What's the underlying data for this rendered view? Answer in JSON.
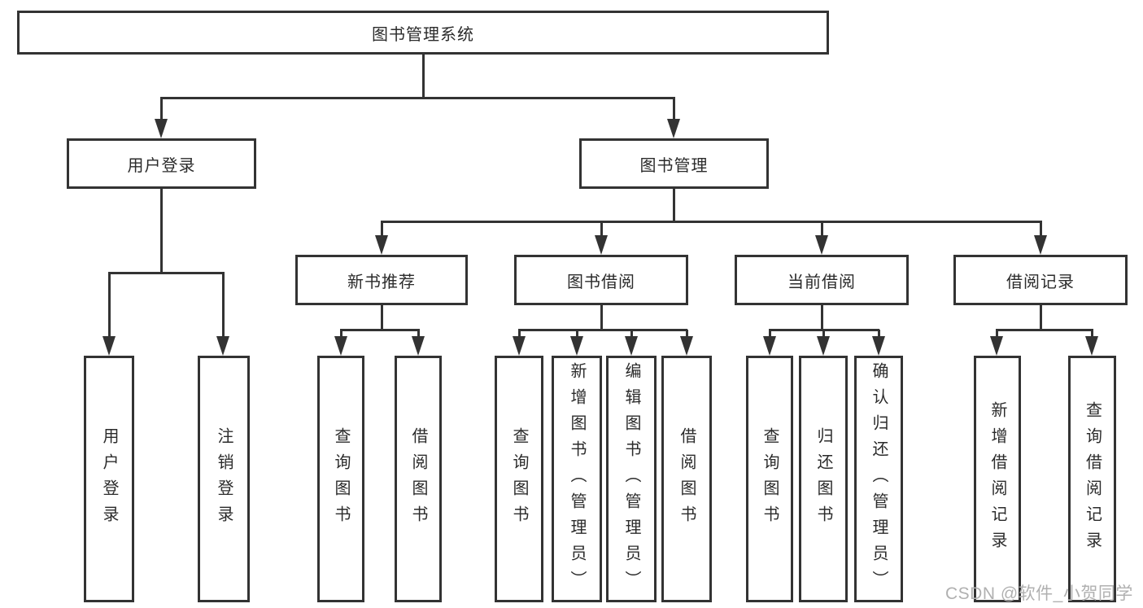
{
  "colors": {
    "background": "#ffffff",
    "line": "#333333",
    "text": "#2b2b2b",
    "box_fill": "#ffffff",
    "watermark": "#b0b0b0"
  },
  "watermark": {
    "text": "CSDN @软件_小贺同学"
  },
  "diagram": {
    "root": {
      "label": "图书管理系统"
    },
    "level2": [
      {
        "label": "用户登录"
      },
      {
        "label": "图书管理"
      }
    ],
    "level3": [
      {
        "label": "新书推荐"
      },
      {
        "label": "图书借阅"
      },
      {
        "label": "当前借阅"
      },
      {
        "label": "借阅记录"
      }
    ],
    "leaves": [
      {
        "label": "用户登录"
      },
      {
        "label": "注销登录"
      },
      {
        "label": "查询图书"
      },
      {
        "label": "借阅图书"
      },
      {
        "label": "查询图书"
      },
      {
        "label": "新增图书（管理员）"
      },
      {
        "label": "编辑图书（管理员）"
      },
      {
        "label": "借阅图书"
      },
      {
        "label": "查询图书"
      },
      {
        "label": "归还图书"
      },
      {
        "label": "确认归还（管理员）"
      },
      {
        "label": "新增借阅记录"
      },
      {
        "label": "查询借阅记录"
      }
    ]
  }
}
